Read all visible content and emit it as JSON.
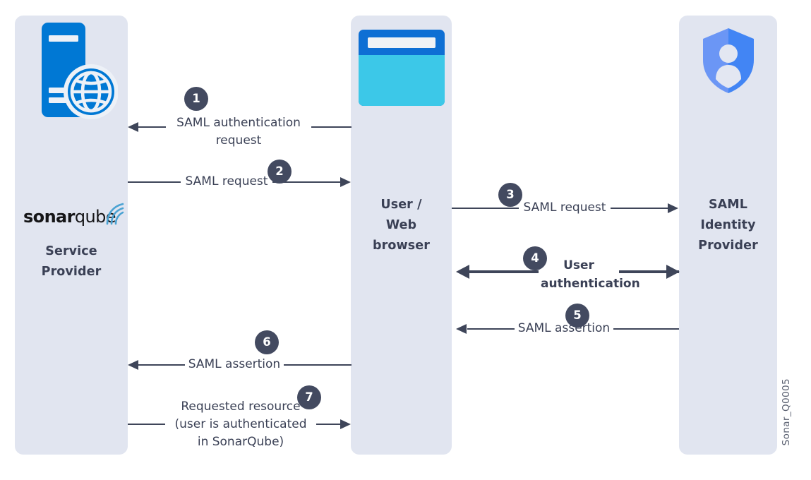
{
  "diagram": {
    "title": "SAML authentication flow",
    "watermark": "Sonar_Q0005",
    "colors": {
      "panel_bg": "#E1E5F0",
      "ink": "#3A4055",
      "badge_bg": "#434A60",
      "arrow": "#3E4559",
      "icon_blue": "#0078D4",
      "browser_body": "#3CC8E8",
      "shield_light": "#6B96F5",
      "shield_dark": "#4285F4",
      "logo_wave": "#4BA3D3",
      "page_bg": "#FFFFFF"
    }
  },
  "actors": [
    {
      "id": "service-provider",
      "label": "Service\nProvider",
      "label_lines": [
        "Service",
        "Provider"
      ],
      "icon": "server-globe-icon",
      "logo": {
        "bold": "sonar",
        "light": "qube",
        "mark": "sonarqube-wave-mark"
      }
    },
    {
      "id": "user-web-browser",
      "label_lines": [
        "User /",
        "Web",
        "browser"
      ],
      "icon": "web-browser-window-icon"
    },
    {
      "id": "saml-identity-provider",
      "label_lines": [
        "SAML",
        "Identity",
        "Provider"
      ],
      "icon": "shield-person-icon"
    }
  ],
  "steps": [
    {
      "number": "1",
      "label_lines": [
        "SAML authentication",
        "request"
      ],
      "from": "user-web-browser",
      "to": "service-provider",
      "direction": "left",
      "emphasis": "normal"
    },
    {
      "number": "2",
      "label_lines": [
        "SAML request"
      ],
      "from": "service-provider",
      "to": "user-web-browser",
      "direction": "right",
      "emphasis": "normal"
    },
    {
      "number": "3",
      "label_lines": [
        "SAML request"
      ],
      "from": "user-web-browser",
      "to": "saml-identity-provider",
      "direction": "right",
      "emphasis": "normal"
    },
    {
      "number": "4",
      "label_lines": [
        "User",
        "authentication"
      ],
      "from": "user-web-browser",
      "to": "saml-identity-provider",
      "direction": "both",
      "emphasis": "bold"
    },
    {
      "number": "5",
      "label_lines": [
        "SAML assertion"
      ],
      "from": "saml-identity-provider",
      "to": "user-web-browser",
      "direction": "left",
      "emphasis": "normal"
    },
    {
      "number": "6",
      "label_lines": [
        "SAML assertion"
      ],
      "from": "user-web-browser",
      "to": "service-provider",
      "direction": "left",
      "emphasis": "normal"
    },
    {
      "number": "7",
      "label_lines": [
        "Requested resource",
        "(user is authenticated",
        "in SonarQube)"
      ],
      "from": "service-provider",
      "to": "user-web-browser",
      "direction": "right",
      "emphasis": "normal"
    }
  ],
  "captions": {
    "step1_line1": "SAML authentication",
    "step1_line2": "request",
    "step2": "SAML request",
    "step3": "SAML request",
    "step4_line1": "User",
    "step4_line2": "authentication",
    "step5": "SAML assertion",
    "step6": "SAML assertion",
    "step7_line1": "Requested resource",
    "step7_line2": "(user is authenticated",
    "step7_line3": "in SonarQube)"
  },
  "badges": {
    "n1": "1",
    "n2": "2",
    "n3": "3",
    "n4": "4",
    "n5": "5",
    "n6": "6",
    "n7": "7"
  },
  "labels": {
    "sp_line1": "Service",
    "sp_line2": "Provider",
    "ub_line1": "User /",
    "ub_line2": "Web",
    "ub_line3": "browser",
    "idp_line1": "SAML",
    "idp_line2": "Identity",
    "idp_line3": "Provider",
    "logo_bold": "sonar",
    "logo_light": "qube",
    "watermark": "Sonar_Q0005"
  }
}
